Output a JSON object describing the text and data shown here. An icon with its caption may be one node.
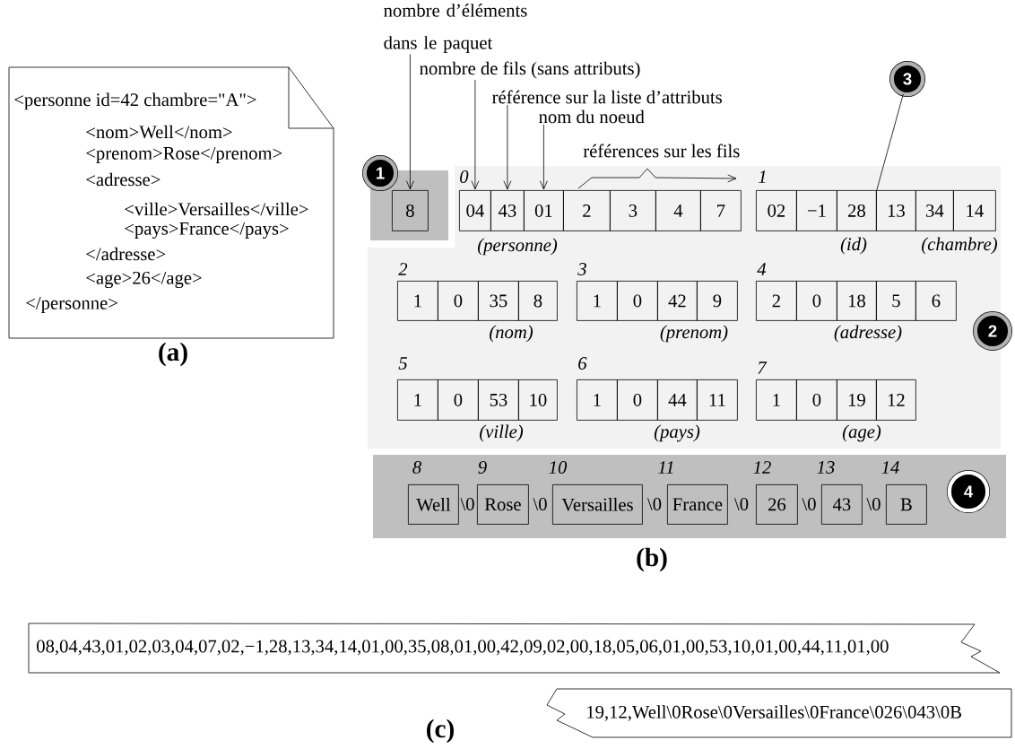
{
  "diagram": {
    "nodes": [
      {
        "text": [
          "<personne id=42 chambre=\"A\">",
          "<nom>Well</nom>",
          "<prenom>Rose</prenom>",
          "<adresse>",
          "<ville>Versailles</ville>",
          "<pays>France</pays>",
          "</adresse>",
          "<age>26</age>",
          "</personne>"
        ],
        "beside": [
          "(a)"
        ]
      },
      {
        "text": [
          "nombre d’éléments dans le paquet"
        ]
      },
      {
        "text": [
          "nombre de fils (sans attributs)"
        ]
      },
      {
        "text": [
          "référence sur la liste d’attributs"
        ]
      },
      {
        "text": [
          "nom du noeud"
        ]
      },
      {
        "text": [
          "3"
        ]
      },
      {
        "text": [
          "1"
        ]
      },
      {
        "text": [],
        "shape": "box"
      },
      {
        "text": [
          "8"
        ],
        "in": 7
      },
      {
        "text": [],
        "shape": "box"
      },
      {
        "text": [
          "04"
        ],
        "in": 9,
        "beside": [
          "0"
        ]
      },
      {
        "text": [
          "43"
        ],
        "in": 9
      },
      {
        "text": [
          "01"
        ],
        "in": 9,
        "beside": [
          "(personne)"
        ]
      },
      {
        "text": [
          "2"
        ],
        "in": 9
      },
      {
        "text": [
          "3"
        ],
        "in": 9
      },
      {
        "text": [
          "4"
        ],
        "in": 9
      },
      {
        "text": [
          "7"
        ],
        "in": 9
      },
      {
        "text": [
          "02"
        ],
        "in": 9,
        "beside": [
          "1"
        ]
      },
      {
        "text": [
          "−1"
        ],
        "in": 9
      },
      {
        "text": [
          "28"
        ],
        "in": 9,
        "beside": [
          "(id)"
        ]
      },
      {
        "text": [
          "13"
        ],
        "in": 9
      },
      {
        "text": [
          "34"
        ],
        "in": 9,
        "beside": [
          "(chambre)"
        ]
      },
      {
        "text": [
          "14"
        ],
        "in": 9
      },
      {
        "text": [
          "2"
        ]
      },
      {
        "text": [
          "1"
        ],
        "in": 9,
        "beside": [
          "2"
        ]
      },
      {
        "text": [
          "0"
        ],
        "in": 9
      },
      {
        "text": [
          "35"
        ],
        "in": 9,
        "beside": [
          "(nom)"
        ]
      },
      {
        "text": [
          "8"
        ],
        "in": 9
      },
      {
        "text": [
          "1"
        ],
        "in": 9,
        "beside": [
          "3"
        ]
      },
      {
        "text": [
          "0"
        ],
        "in": 9
      },
      {
        "text": [
          "42"
        ],
        "in": 9,
        "beside": [
          "(prenom)"
        ]
      },
      {
        "text": [
          "9"
        ],
        "in": 9
      },
      {
        "text": [
          "2"
        ],
        "in": 9,
        "beside": [
          "4"
        ]
      },
      {
        "text": [
          "0"
        ],
        "in": 9
      },
      {
        "text": [
          "18"
        ],
        "in": 9,
        "beside": [
          "(adresse)"
        ]
      },
      {
        "text": [
          "5"
        ],
        "in": 9
      },
      {
        "text": [
          "6"
        ],
        "in": 9
      },
      {
        "text": [
          "1"
        ],
        "in": 9,
        "beside": [
          "5"
        ]
      },
      {
        "text": [
          "0"
        ],
        "in": 9
      },
      {
        "text": [
          "53"
        ],
        "in": 9,
        "beside": [
          "(ville)"
        ]
      },
      {
        "text": [
          "10"
        ],
        "in": 9
      },
      {
        "text": [
          "1"
        ],
        "in": 9,
        "beside": [
          "6"
        ]
      },
      {
        "text": [
          "0"
        ],
        "in": 9
      },
      {
        "text": [
          "44"
        ],
        "in": 9,
        "beside": [
          "(pays)"
        ]
      },
      {
        "text": [
          "11"
        ],
        "in": 9
      },
      {
        "text": [
          "1"
        ],
        "in": 9,
        "beside": [
          "7"
        ]
      },
      {
        "text": [
          "0"
        ],
        "in": 9
      },
      {
        "text": [
          "19"
        ],
        "in": 9,
        "beside": [
          "(age)"
        ]
      },
      {
        "text": [
          "12"
        ],
        "in": 9
      },
      {
        "text": [],
        "shape": "box"
      },
      {
        "text": [
          "Well"
        ],
        "in": 49,
        "beside": [
          "8"
        ]
      },
      {
        "text": [
          "Rose"
        ],
        "in": 49,
        "beside": [
          "9"
        ]
      },
      {
        "text": [
          "Versailles"
        ],
        "in": 49,
        "beside": [
          "10"
        ]
      },
      {
        "text": [
          "France"
        ],
        "in": 49,
        "beside": [
          "11"
        ]
      },
      {
        "text": [
          "26"
        ],
        "in": 49,
        "beside": [
          "12"
        ]
      },
      {
        "text": [
          "43"
        ],
        "in": 49,
        "beside": [
          "13"
        ]
      },
      {
        "text": [
          "B"
        ],
        "in": 49,
        "beside": [
          "14"
        ]
      },
      {
        "text": [
          "4"
        ],
        "in": 49
      },
      {
        "text": [
          "08,04,43,01,02,03,04,07,02,−1,28,13,34,14,01,00,35,08,01,00,42,09,02,00,18,05,06,01,00,53,10,01,00,44,11,01,00"
        ]
      },
      {
        "text": [
          "19,12,Well\\0Rose\\0Versailles\\0France\\026\\043\\0B"
        ]
      }
    ],
    "edges": [
      {
        "from": 1,
        "to": 8,
        "arrow": "to"
      },
      {
        "from": 2,
        "to": 10,
        "arrow": "to"
      },
      {
        "from": 3,
        "to": 11,
        "arrow": "to"
      },
      {
        "from": 4,
        "to": 12,
        "arrow": "to"
      },
      {
        "from": 5,
        "to": 19,
        "arrow": "none"
      }
    ],
    "labels": [
      "références sur les fils",
      "\\0",
      "\\0",
      "\\0",
      "\\0",
      "\\0",
      "\\0",
      "(b)",
      "(c)"
    ]
  }
}
